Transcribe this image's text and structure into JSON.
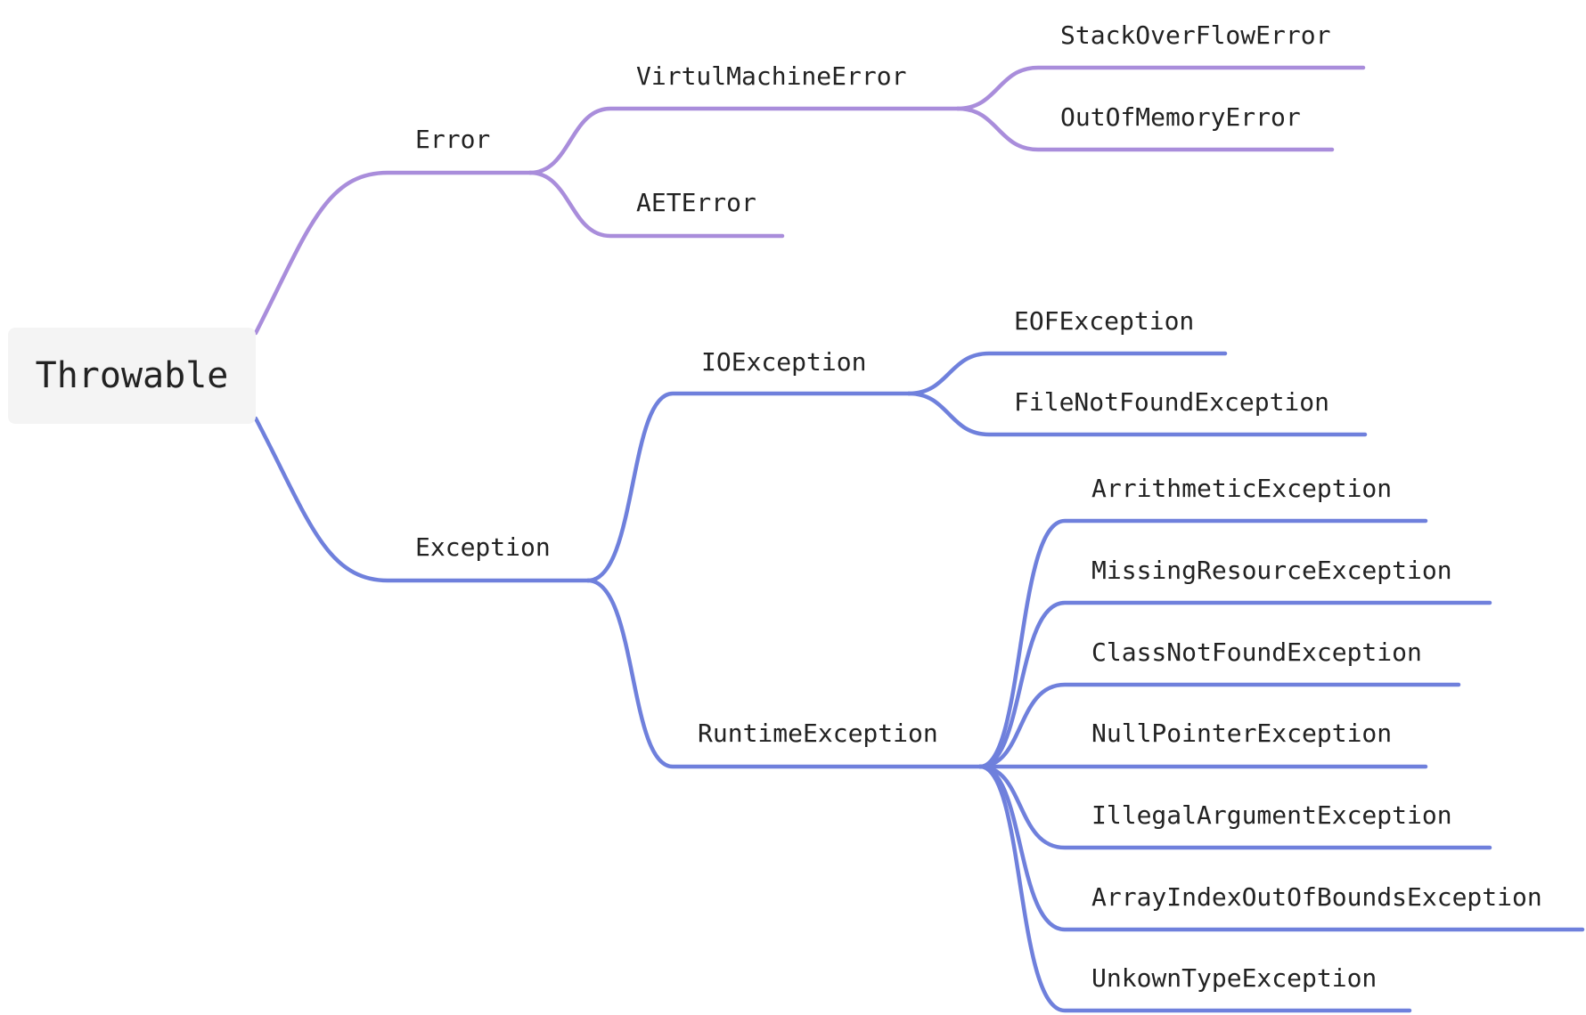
{
  "colors": {
    "error_branch": "#a98ddb",
    "exception_branch": "#6f80dc",
    "root_fill": "#f4f4f4",
    "text": "#222222"
  },
  "root": {
    "label": "Throwable"
  },
  "nodes": {
    "error": "Error",
    "virtual_machine_error": "VirtulMachineError",
    "stack_overflow_error": "StackOverFlowError",
    "out_of_memory_error": "OutOfMemoryError",
    "aet_error": "AETError",
    "exception": "Exception",
    "io_exception": "IOException",
    "eof_exception": "EOFException",
    "file_not_found_exception": "FileNotFoundException",
    "runtime_exception": "RuntimeException",
    "arithmetic_exception": "ArrithmeticException",
    "missing_resource_exception": "MissingResourceException",
    "class_not_found_exception": "ClassNotFoundException",
    "null_pointer_exception": "NullPointerException",
    "illegal_argument_exception": "IllegalArgumentException",
    "array_index_out_of_bounds_exception": "ArrayIndexOutOfBoundsException",
    "unknown_type_exception": "UnkownTypeException"
  }
}
